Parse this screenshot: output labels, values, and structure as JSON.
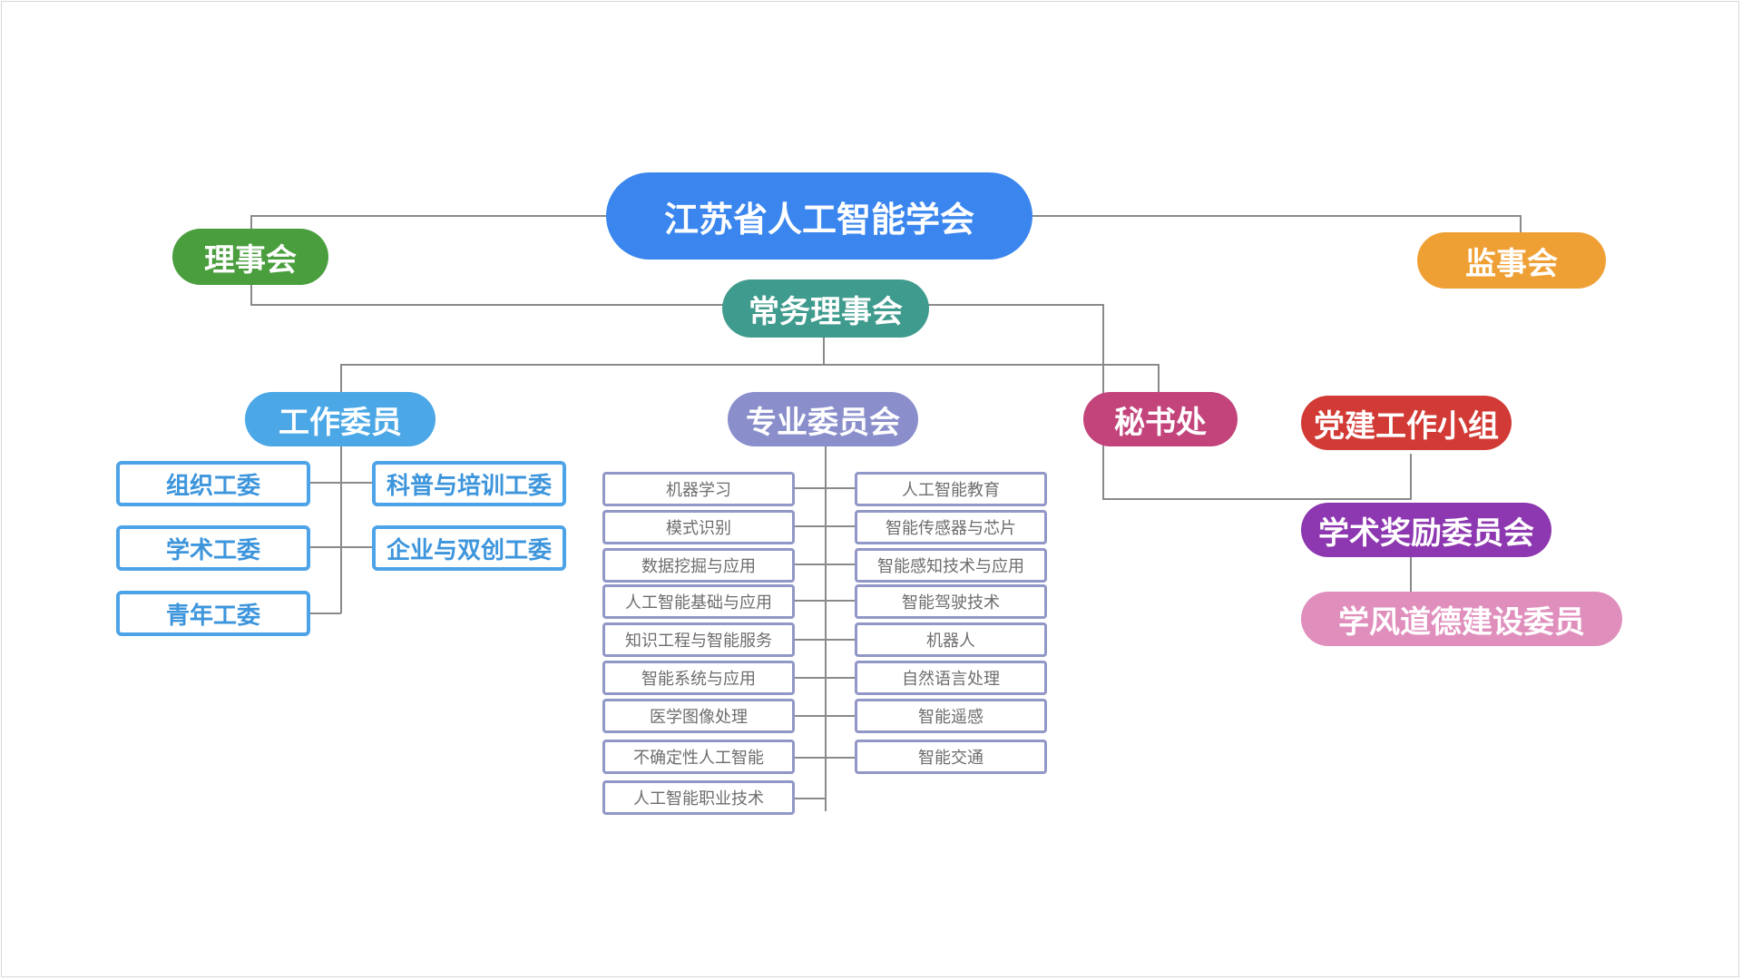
{
  "colors": {
    "root": "#3a86ee",
    "council": "#4a9e3e",
    "supervisors": "#efa035",
    "standing": "#3f9b8d",
    "work": "#4ba7e6",
    "professional": "#8a8fcb",
    "secretariat": "#c2447b",
    "party": "#d23a35",
    "award": "#8d37b0",
    "ethics": "#e08fbd",
    "line": "#8a8a8a"
  },
  "nodes": {
    "root": "江苏省人工智能学会",
    "council": "理事会",
    "supervisors": "监事会",
    "standing": "常务理事会",
    "work_committee": "工作委员",
    "professional_committee": "专业委员会",
    "secretariat": "秘书处",
    "party_group": "党建工作小组",
    "award_committee": "学术奖励委员会",
    "ethics_committee": "学风道德建设委员"
  },
  "work_left": [
    "组织工委",
    "学术工委",
    "青年工委"
  ],
  "work_right": [
    "科普与培训工委",
    "企业与双创工委"
  ],
  "prof_left": [
    "机器学习",
    "模式识别",
    "数据挖掘与应用",
    "人工智能基础与应用",
    "知识工程与智能服务",
    "智能系统与应用",
    "医学图像处理",
    "不确定性人工智能",
    "人工智能职业技术"
  ],
  "prof_right": [
    "人工智能教育",
    "智能传感器与芯片",
    "智能感知技术与应用",
    "智能驾驶技术",
    "机器人",
    "自然语言处理",
    "智能遥感",
    "智能交通"
  ]
}
